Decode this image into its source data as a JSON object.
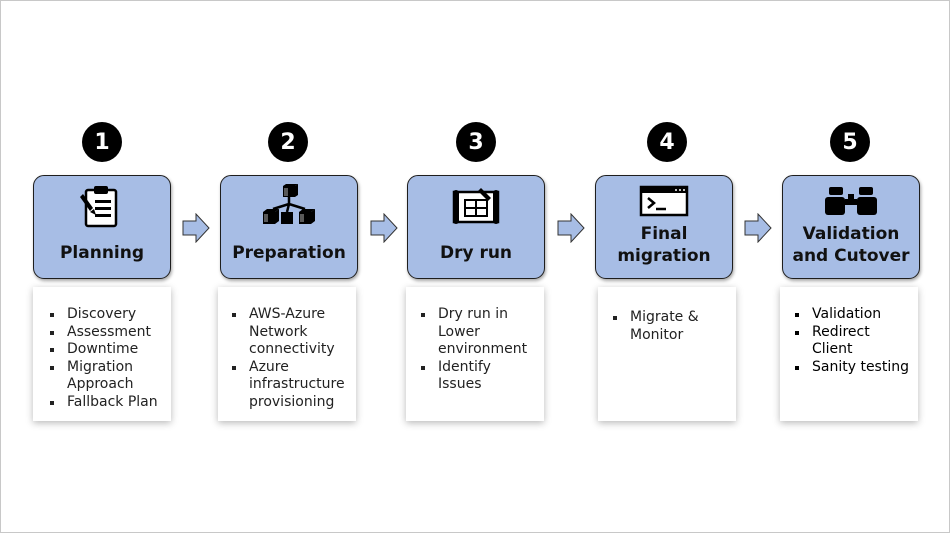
{
  "stages": [
    {
      "number": "1",
      "title": "Planning",
      "icon": "clipboard-icon",
      "items": [
        "Discovery",
        "Assessment",
        "Downtime",
        "Migration Approach",
        "Fallback Plan"
      ]
    },
    {
      "number": "2",
      "title": "Preparation",
      "icon": "cubes-icon",
      "items": [
        "AWS-Azure Network connectivity",
        "Azure infrastructure provisioning"
      ]
    },
    {
      "number": "3",
      "title": "Dry run",
      "icon": "blueprint-icon",
      "items": [
        "Dry run in Lower environment",
        "Identify Issues"
      ]
    },
    {
      "number": "4",
      "title": "Final migration",
      "icon": "terminal-icon",
      "items": [
        "Migrate & Monitor"
      ]
    },
    {
      "number": "5",
      "title": "Validation and Cutover",
      "icon": "binoculars-icon",
      "items": [
        "Validation",
        "Redirect Client",
        "Sanity testing"
      ]
    }
  ],
  "colors": {
    "stage_fill": "#a7bde5",
    "stage_border": "#1e1e1e",
    "number_badge": "#000000",
    "arrow_fill": "#a7bde5"
  }
}
